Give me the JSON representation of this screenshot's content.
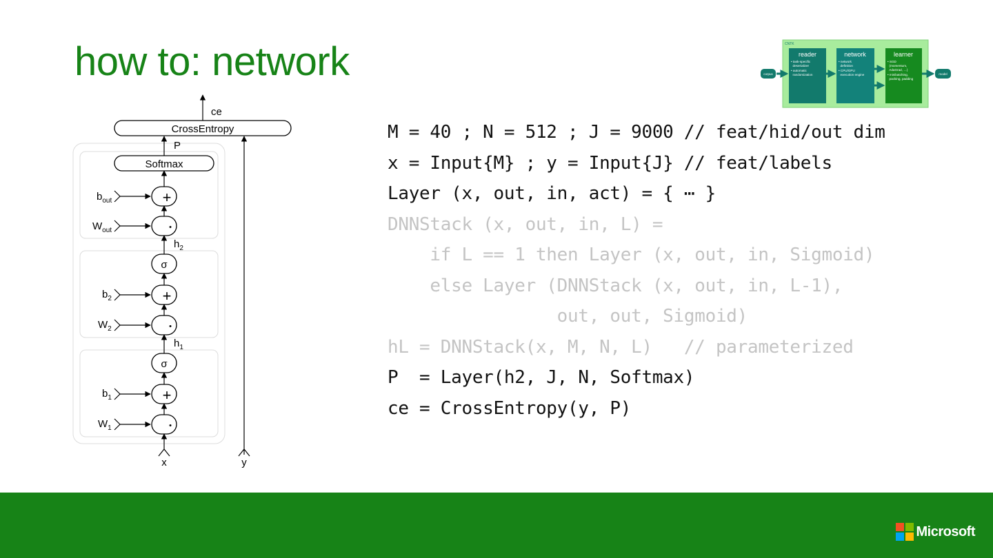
{
  "slide": {
    "title": "how to: network"
  },
  "code_lines": [
    {
      "text": "M = 40 ; N = 512 ; J = 9000 // feat/hid/out dim",
      "faded": false
    },
    {
      "text": "x = Input{M} ; y = Input{J} // feat/labels",
      "faded": false
    },
    {
      "text": "Layer (x, out, in, act) = { ⋯ }",
      "faded": false
    },
    {
      "text": "DNNStack (x, out, in, L) =",
      "faded": true
    },
    {
      "text": "    if L == 1 then Layer (x, out, in, Sigmoid)",
      "faded": true
    },
    {
      "text": "    else Layer (DNNStack (x, out, in, L-1),",
      "faded": true
    },
    {
      "text": "                out, out, Sigmoid)",
      "faded": true
    },
    {
      "text": "hL = DNNStack(x, M, N, L)   // parameterized",
      "faded": true
    },
    {
      "text": "P  = Layer(h2, J, N, Softmax)",
      "faded": false
    },
    {
      "text": "ce = CrossEntropy(y, P)",
      "faded": false
    }
  ],
  "network_diagram": {
    "output_label": "ce",
    "cross_entropy": "CrossEntropy",
    "p_label": "P",
    "softmax": "Softmax",
    "plus_symbol": "+",
    "times_symbol": "•",
    "sigma_symbol": "σ",
    "params": {
      "b_out": {
        "base": "b",
        "sub": "out"
      },
      "w_out": {
        "base": "W",
        "sub": "out"
      },
      "h2": {
        "base": "h",
        "sub": "2"
      },
      "b2": {
        "base": "b",
        "sub": "2"
      },
      "w2": {
        "base": "W",
        "sub": "2"
      },
      "h1": {
        "base": "h",
        "sub": "1"
      },
      "b1": {
        "base": "b",
        "sub": "1"
      },
      "w1": {
        "base": "W",
        "sub": "1"
      }
    },
    "input_x": "x",
    "input_y": "y"
  },
  "cntk_inset": {
    "title": "CNTK",
    "corpus": "corpus",
    "model": "model",
    "blocks": [
      {
        "title": "reader",
        "bullets": [
          "• task-specific",
          "  deserializer",
          "• automatic",
          "  randomization"
        ]
      },
      {
        "title": "network",
        "bullets": [
          "• network",
          "  definition",
          "• CPU/GPU",
          "  execution engine"
        ]
      },
      {
        "title": "learner",
        "bullets": [
          "• SGD",
          "  (momentum,",
          "  AdaGrad, …)",
          "• minibatching,",
          "  packing, padding"
        ]
      }
    ]
  },
  "footer": {
    "brand": "Microsoft",
    "logo_colors": [
      "#f25022",
      "#7fba00",
      "#00a4ef",
      "#ffb900"
    ]
  },
  "colors": {
    "title_green": "#178317",
    "footer_green": "#178317",
    "code_text": "#111111",
    "code_faded": "#c4c4c4",
    "inset_bg": "#a8ec9d",
    "reader_teal": "#127a6c",
    "network_teal": "#13827a",
    "learner_green": "#168a1f"
  }
}
